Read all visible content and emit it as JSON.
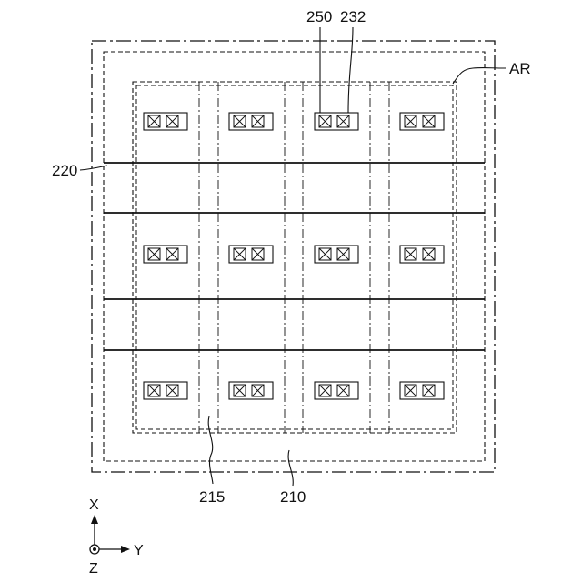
{
  "labels": {
    "pad": "250",
    "via": "232",
    "region": "AR",
    "wire": "220",
    "column_gap": "215",
    "substrate": "210"
  },
  "axes": {
    "x": "X",
    "y": "Y",
    "z": "Z"
  },
  "grid": {
    "rows": 3,
    "columns": 4,
    "cells_per_pad": 2
  },
  "colors": {
    "line": "#111111"
  }
}
